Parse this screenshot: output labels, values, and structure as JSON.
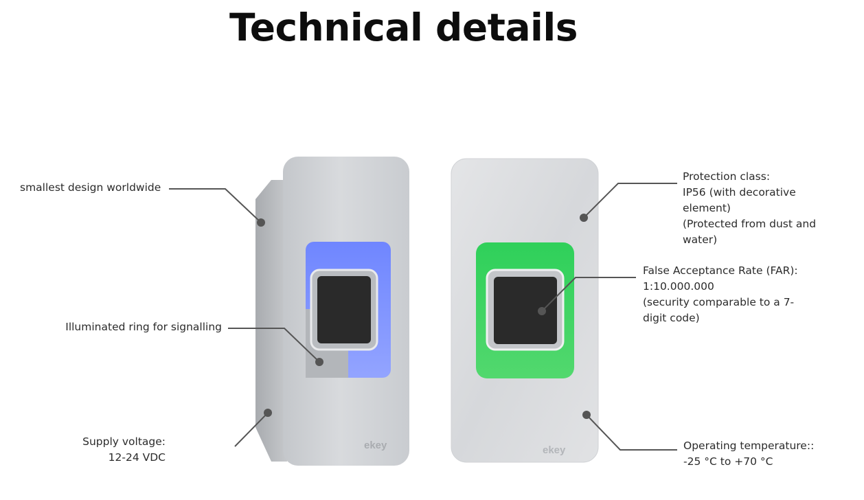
{
  "page": {
    "title": "Technical details"
  },
  "left_device": {
    "logo": "ekey"
  },
  "right_device": {
    "logo": "ekey"
  },
  "callouts": {
    "smallest_design": "smallest design worldwide",
    "illuminated_ring": "Illuminated ring for signalling",
    "supply_voltage": "Supply voltage:\n12-24 VDC",
    "protection_class": "Protection class:\nIP56 (with decorative\nelement)\n(Protected from dust and\nwater)",
    "far": "False Acceptance Rate (FAR):\n1:10.000.000\n(security comparable to a 7-\ndigit code)",
    "operating_temperature": "Operating temperature::\n-25 °C to +70 °C"
  },
  "colors": {
    "ring_blue": "#7f93ff",
    "ring_green": "#3fcf5f",
    "brushed_metal": "#cfd2d5",
    "sensor": "#2a2a2a",
    "leader_line": "#555555"
  }
}
